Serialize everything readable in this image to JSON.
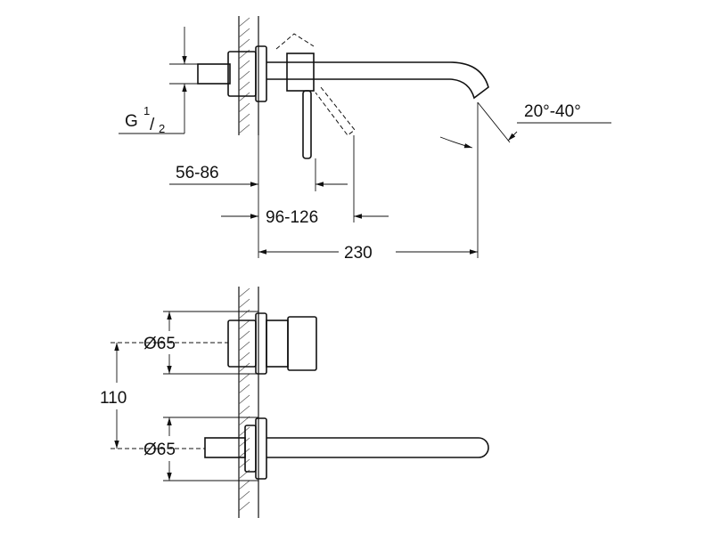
{
  "dimensions": {
    "thread": {
      "main": "G",
      "sup": "1",
      "sub": "2"
    },
    "wall_depth": "56-86",
    "lever_depth": "96-126",
    "spout_length": "230",
    "spout_angle": "20°-40°",
    "handle_diameter": "Ø65",
    "spout_rosette_diameter": "Ø65",
    "center_distance": "110"
  }
}
